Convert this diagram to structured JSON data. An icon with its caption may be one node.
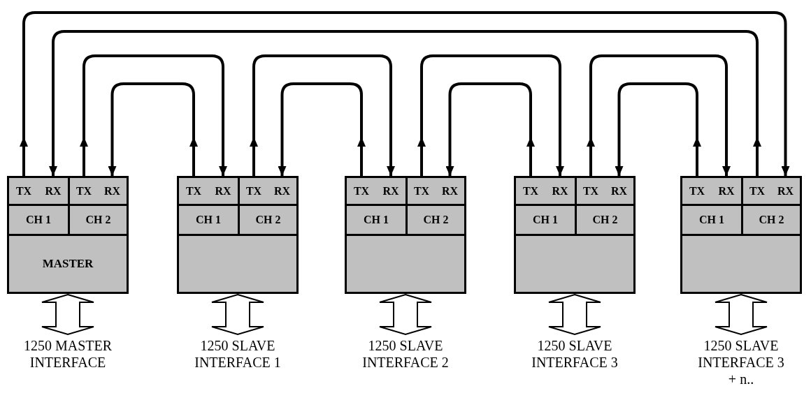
{
  "diagram": {
    "nodes": [
      {
        "text": [],
        "shape": "box"
      },
      {
        "text": [
          "TX"
        ],
        "in": 0
      },
      {
        "text": [
          "RX"
        ],
        "in": 0
      },
      {
        "text": [],
        "shape": "box"
      },
      {
        "text": [
          "TX"
        ],
        "in": 3
      },
      {
        "text": [
          "RX"
        ],
        "in": 3
      },
      {
        "text": [
          "CH 1"
        ]
      },
      {
        "text": [
          "CH 2"
        ]
      },
      {
        "text": [
          "MASTER"
        ]
      },
      {
        "text": [
          "1250 MASTER INTERFACE"
        ]
      },
      {
        "text": [],
        "shape": "box"
      },
      {
        "text": [
          "TX"
        ],
        "in": 10
      },
      {
        "text": [
          "RX"
        ],
        "in": 10
      },
      {
        "text": [],
        "shape": "box"
      },
      {
        "text": [
          "TX"
        ],
        "in": 13
      },
      {
        "text": [
          "RX"
        ],
        "in": 13
      },
      {
        "text": [
          "CH 1"
        ]
      },
      {
        "text": [
          "CH 2"
        ]
      },
      {
        "text": [],
        "shape": "box"
      },
      {
        "text": [
          "1250 SLAVE INTERFACE 1"
        ]
      },
      {
        "text": [],
        "shape": "box"
      },
      {
        "text": [
          "TX"
        ],
        "in": 20
      },
      {
        "text": [
          "RX"
        ],
        "in": 20
      },
      {
        "text": [],
        "shape": "box"
      },
      {
        "text": [
          "TX"
        ],
        "in": 23
      },
      {
        "text": [
          "RX"
        ],
        "in": 23
      },
      {
        "text": [
          "CH 1"
        ]
      },
      {
        "text": [
          "CH 2"
        ]
      },
      {
        "text": [],
        "shape": "box"
      },
      {
        "text": [
          "1250 SLAVE INTERFACE 2"
        ]
      },
      {
        "text": [],
        "shape": "box"
      },
      {
        "text": [
          "TX"
        ],
        "in": 30
      },
      {
        "text": [
          "RX"
        ],
        "in": 30
      },
      {
        "text": [],
        "shape": "box"
      },
      {
        "text": [
          "TX"
        ],
        "in": 33
      },
      {
        "text": [
          "RX"
        ],
        "in": 33
      },
      {
        "text": [
          "CH 1"
        ]
      },
      {
        "text": [
          "CH 2"
        ]
      },
      {
        "text": [],
        "shape": "box"
      },
      {
        "text": [
          "1250 SLAVE INTERFACE 3"
        ]
      },
      {
        "text": [],
        "shape": "box"
      },
      {
        "text": [
          "TX"
        ],
        "in": 40
      },
      {
        "text": [
          "RX"
        ],
        "in": 40
      },
      {
        "text": [],
        "shape": "box"
      },
      {
        "text": [
          "TX"
        ],
        "in": 43
      },
      {
        "text": [
          "RX"
        ],
        "in": 43
      },
      {
        "text": [
          "CH 1"
        ]
      },
      {
        "text": [
          "CH 2"
        ]
      },
      {
        "text": [],
        "shape": "box"
      },
      {
        "text": [
          "1250 SLAVE INTERFACE 3 + n.."
        ]
      }
    ],
    "edges": [
      {
        "from": 1,
        "to": 45,
        "arrow": "to"
      },
      {
        "from": 44,
        "to": 2,
        "arrow": "to"
      },
      {
        "from": 4,
        "to": 12,
        "arrow": "to"
      },
      {
        "from": 11,
        "to": 5,
        "arrow": "to"
      },
      {
        "from": 14,
        "to": 22,
        "arrow": "to"
      },
      {
        "from": 21,
        "to": 15,
        "arrow": "to"
      },
      {
        "from": 24,
        "to": 32,
        "arrow": "to"
      },
      {
        "from": 31,
        "to": 25,
        "arrow": "to"
      },
      {
        "from": 34,
        "to": 42,
        "arrow": "to"
      },
      {
        "from": 41,
        "to": 35,
        "arrow": "to"
      },
      {
        "from": 8,
        "to": 9,
        "arrow": "both",
        "style": "thick"
      },
      {
        "from": 18,
        "to": 19,
        "arrow": "both",
        "style": "thick"
      },
      {
        "from": 28,
        "to": 29,
        "arrow": "both",
        "style": "thick"
      },
      {
        "from": 38,
        "to": 39,
        "arrow": "both",
        "style": "thick"
      },
      {
        "from": 48,
        "to": 49,
        "arrow": "both",
        "style": "thick"
      }
    ]
  }
}
